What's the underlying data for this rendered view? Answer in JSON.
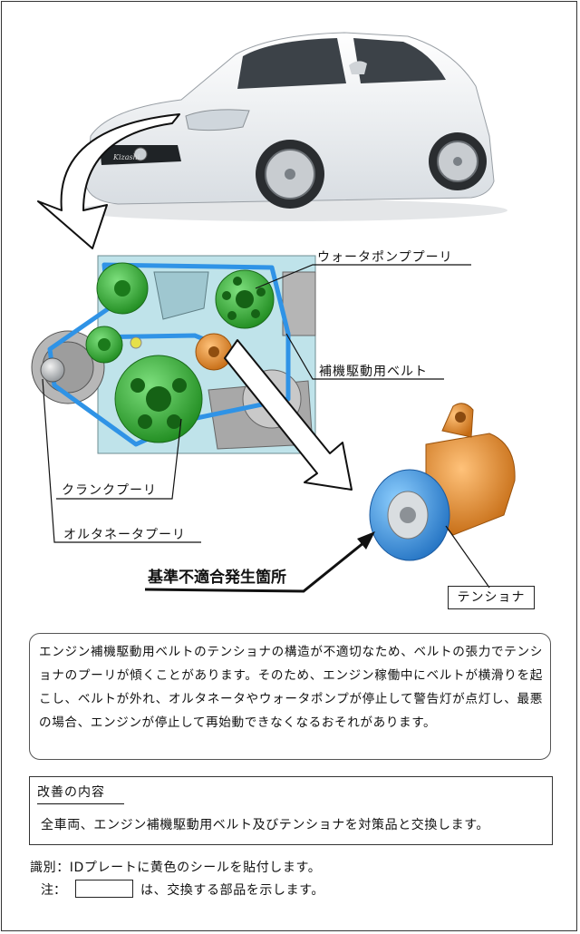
{
  "labels": {
    "water_pump_pulley": "ウォータポンププーリ",
    "accessory_belt": "補機駆動用ベルト",
    "crank_pulley": "クランクプーリ",
    "alternator_pulley": "オルタネータプーリ",
    "defect_location": "基準不適合発生箇所",
    "tensioner": "テンショナ"
  },
  "car": {
    "badge": "Kizashi"
  },
  "description": "エンジン補機駆動用ベルトのテンショナの構造が不適切なため、ベルトの張力でテンショナのプーリが傾くことがあります。そのため、エンジン稼働中にベルトが横滑りを起こし、ベルトが外れ、オルタネータやウォータポンプが停止して警告灯が点灯し、最悪の場合、エンジンが停止して再始動できなくなるおそれがあります。",
  "improvement": {
    "title": "改善の内容",
    "text": "全車両、エンジン補機駆動用ベルト及びテンショナを対策品と交換します。"
  },
  "identification": "識別：IDプレートに黄色のシールを貼付します。",
  "note": {
    "label": "注：",
    "text": "は、交換する部品を示します。"
  },
  "colors": {
    "replaced_part": "#2f8fe0",
    "belt": "#3aa0e0",
    "pulley_green": "#2fa32f",
    "tensioner_body": "#e08a2a"
  }
}
